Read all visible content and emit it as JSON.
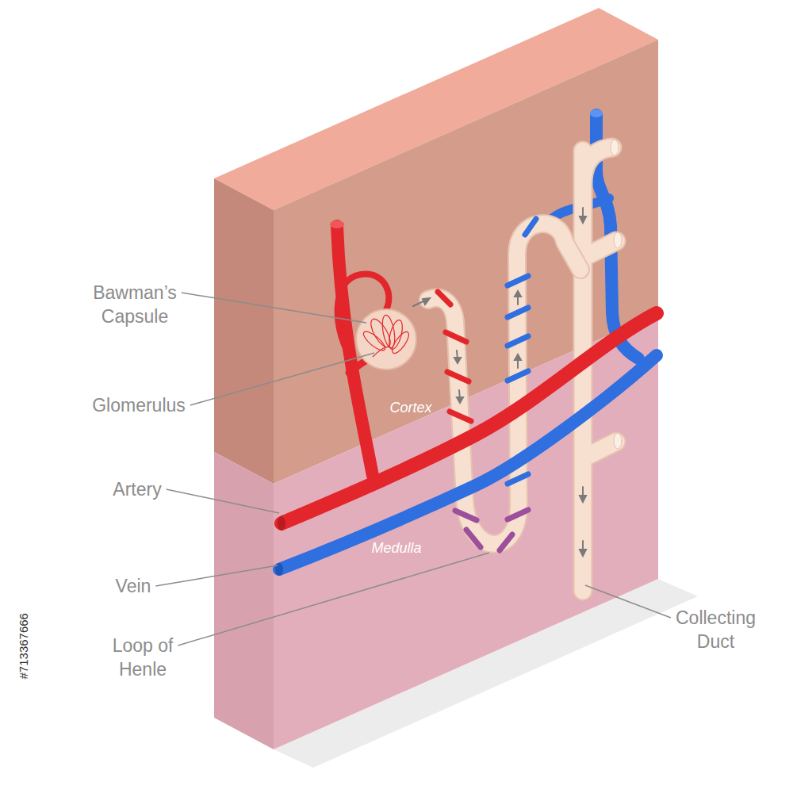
{
  "diagram": {
    "labels": [
      "Bawman’s Capsule",
      "Glomerulus",
      "Artery",
      "Vein",
      "Loop of Henle",
      "Collecting Duct",
      "Cortex",
      "Medulla",
      "#713367666"
    ]
  }
}
